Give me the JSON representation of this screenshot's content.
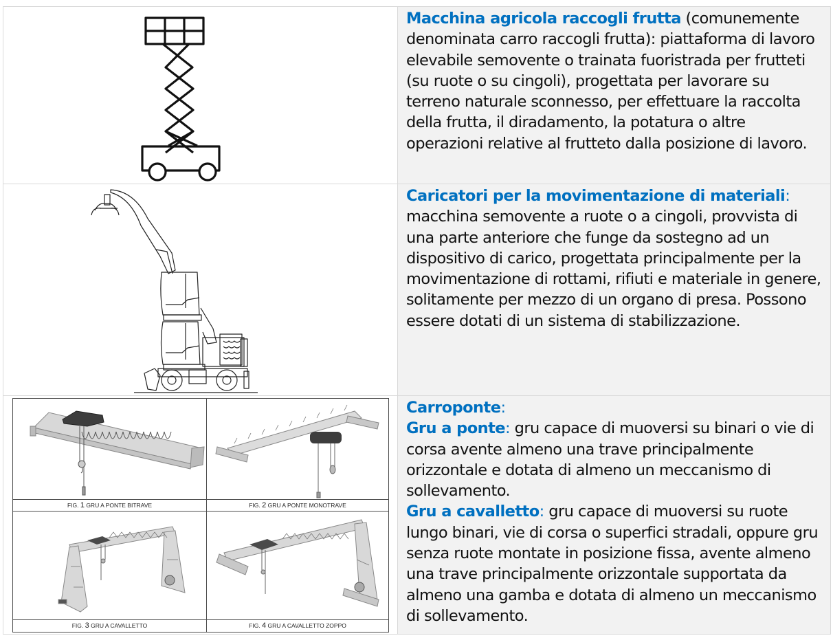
{
  "rows": [
    {
      "figure": "scissor-lift-platform-icon",
      "term": "Macchina agricola raccogli frutta",
      "text": " (comunemente denominata carro raccogli frutta): piattaforma di lavoro elevabile semovente o trainata fuoristrada per frutteti (su ruote o su cingoli), progettata per lavorare su terreno naturale sconnesso, per effettuare la raccolta della frutta, il diradamento, la potatura o altre operazioni relative al frutteto dalla posizione di lavoro."
    },
    {
      "figure": "material-handler-crane-icon",
      "term": "Caricatori per la movimentazione di materiali",
      "colon": ":",
      "text": "macchina semovente a ruote o a cingoli, provvista di una parte anteriore che funge da sostegno ad un dispositivo di carico, progettata principalmente per la movimentazione di rottami, rifiuti e materiale in genere, solitamente per mezzo di un organo di presa. Possono essere dotati di un sistema di stabilizzazione."
    },
    {
      "figure": "overhead-crane-figures",
      "term": "Carroponte",
      "colon": ":",
      "subitems": [
        {
          "term": "Gru a ponte",
          "colon": ":",
          "text": " gru capace di muoversi su binari o vie di corsa avente almeno una trave principalmente orizzontale e dotata di almeno un meccanismo di sollevamento."
        },
        {
          "term": "Gru a cavalletto",
          "colon": ":",
          "text": " gru capace di muoversi su ruote lungo binari, vie di corsa o superfici stradali, oppure gru senza ruote montate in posizione fissa, avente almeno una trave principalmente orizzontale supportata da almeno una gamba e dotata di almeno un meccanismo di sollevamento."
        }
      ],
      "figures": [
        {
          "prefix": "FIG. ",
          "num": "1",
          "caption": " GRU A PONTE BITRAVE"
        },
        {
          "prefix": "FIG. ",
          "num": "2",
          "caption": " GRU A PONTE MONOTRAVE"
        },
        {
          "prefix": "FIG. ",
          "num": "3",
          "caption": " GRU A CAVALLETTO"
        },
        {
          "prefix": "FIG. ",
          "num": "4",
          "caption": " GRU A CAVALLETTO ZOPPO"
        }
      ]
    }
  ],
  "colors": {
    "term": "#0070c0",
    "text": "#111111",
    "text_cell_bg": "#f2f2f2",
    "border": "#d9d9d9"
  }
}
